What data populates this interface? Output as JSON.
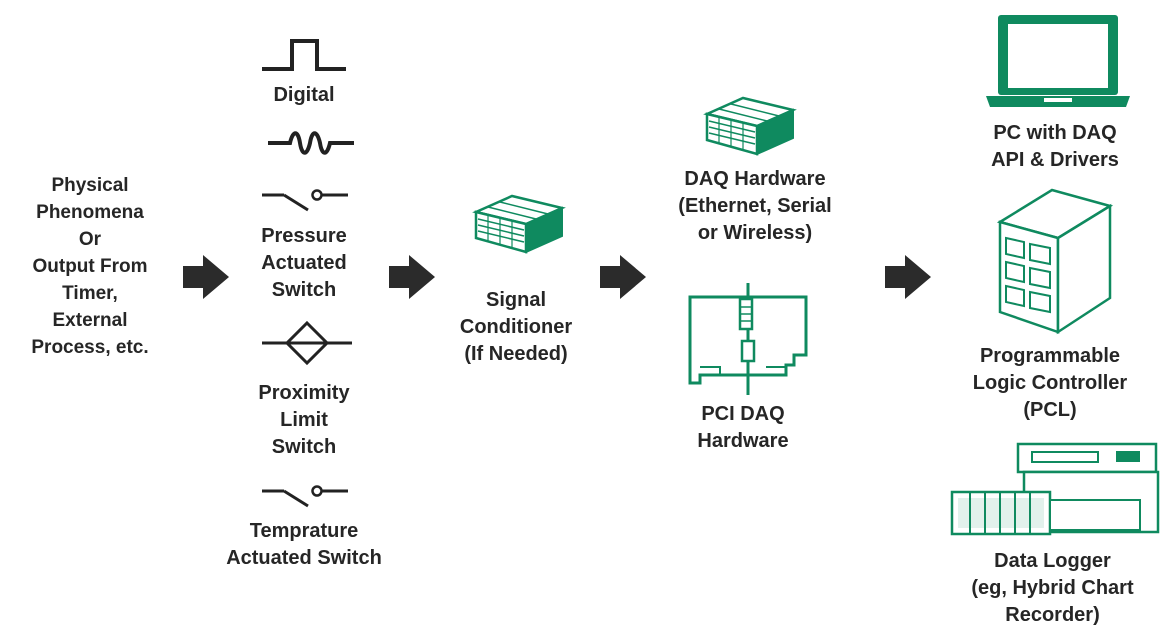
{
  "colors": {
    "accent": "#0f8a5f",
    "text": "#262626",
    "arrow": "#2b2b2b",
    "background": "#ffffff"
  },
  "source": {
    "label": "Physical\nPhenomena\nOr\nOutput From\nTimer,\nExternal\nProcess, etc."
  },
  "sensors": [
    {
      "label": "Digital",
      "icon": "square-pulse-icon"
    },
    {
      "label": "",
      "icon": "sine-wave-icon"
    },
    {
      "label": "Pressure\nActuated\nSwitch",
      "icon": "switch-icon"
    },
    {
      "label": "Proximity\nLimit\nSwitch",
      "icon": "diamond-sensor-icon"
    },
    {
      "label": "Temprature\nActuated Switch",
      "icon": "switch-icon"
    }
  ],
  "conditioner": {
    "label": "Signal\nConditioner\n(If Needed)",
    "icon": "module-box-icon"
  },
  "daq": [
    {
      "label": "DAQ Hardware\n(Ethernet, Serial\nor Wireless)",
      "icon": "module-box-icon"
    },
    {
      "label": "PCI DAQ\nHardware",
      "icon": "pci-card-icon"
    }
  ],
  "outputs": [
    {
      "label": "PC with DAQ\nAPI & Drivers",
      "icon": "laptop-icon"
    },
    {
      "label": "Programmable\nLogic Controller\n(PCL)",
      "icon": "plc-cabinet-icon"
    },
    {
      "label": "Data Logger\n(eg, Hybrid Chart\nRecorder)",
      "icon": "chart-recorder-icon"
    }
  ],
  "arrows": [
    "arrow-right-icon",
    "arrow-right-icon",
    "arrow-right-icon",
    "arrow-right-icon"
  ]
}
